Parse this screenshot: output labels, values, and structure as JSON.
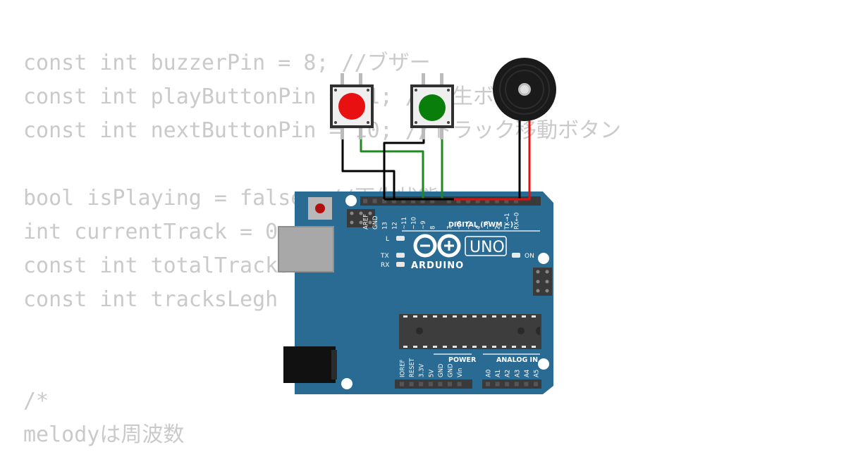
{
  "code": {
    "lines": [
      "const int buzzerPin = 8; //ブザー",
      "const int playButtonPin = 11; //再生ボタン",
      "const int nextButtonPin = 10; //トラック移動ボタン",
      "",
      "bool isPlaying = false; //再生状態",
      "int currentTrack = 0; //現在のトラック番号",
      "const int totalTracks = 3; //トラック数 3曲",
      "const int tracksLegh",
      "",
      "",
      "/*",
      "melodyは周波数"
    ]
  },
  "board": {
    "brand": "ARDUINO",
    "model": "UNO",
    "digital_label": "DIGITAL (PWM ~)",
    "power_label": "POWER",
    "analog_label": "ANALOG IN",
    "on_label": "ON",
    "led_l": "L",
    "led_tx": "TX",
    "led_rx": "RX",
    "digital_pins": [
      "AREF",
      "GND",
      "13",
      "12",
      "~11",
      "~10",
      "~9",
      "8",
      "7",
      "~6",
      "~5",
      "4",
      "~3",
      "2",
      "TX→1",
      "RX←0"
    ],
    "power_pins": [
      "IOREF",
      "RESET",
      "3.3V",
      "5V",
      "GND",
      "GND",
      "Vin"
    ],
    "analog_pins": [
      "A0",
      "A1",
      "A2",
      "A3",
      "A4",
      "A5"
    ],
    "colors": {
      "board": "#2a6b94",
      "header": "#3a3a3a",
      "chip": "#3d3d3d"
    }
  },
  "components": {
    "play_button_color": "#e81010",
    "next_button_color": "#0a7e0a",
    "buzzer_color": "#1a1a1a"
  },
  "wires": {
    "colors": {
      "black": "#000000",
      "green": "#1f8a1f",
      "red": "#e01010"
    }
  }
}
